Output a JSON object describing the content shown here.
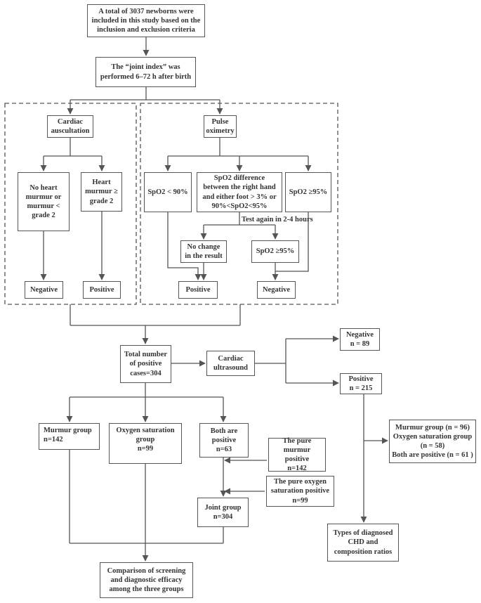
{
  "boxes": {
    "total": "A total of 3037 newborns were\nincluded in this study based on the\ninclusion and exclusion criteria",
    "joint_index": "The “joint index” was\nperformed 6–72 h after birth",
    "cardiac_auscultation": "Cardiac\nauscultation",
    "pulse_oximetry": "Pulse\noximetry",
    "no_murmur": "No heart\nmurmur or\nmurmur <\ngrade 2",
    "murmur_ge2": "Heart\nmurmur ≥\ngrade 2",
    "spo2_lt90": "SpO2 < 90%",
    "spo2_diff": "SpO2 difference\nbetween the right hand\nand either foot > 3% or\n90%<SpO2<95%",
    "spo2_ge95": "SpO2 ≥95%",
    "no_change": "No change\nin the result",
    "spo2_ge95_retest": "SpO2 ≥95%",
    "aus_negative": "Negative",
    "aus_positive": "Positive",
    "pox_positive": "Positive",
    "pox_negative": "Negative",
    "total_positive": "Total number\nof positive\ncases=304",
    "cardiac_ultrasound": "Cardiac\nultrasound",
    "us_negative": "Negative\nn = 89",
    "us_positive": "Positive\nn = 215",
    "murmur_group": "Murmur group\nn=142",
    "oxygen_group": "Oxygen saturation\ngroup\nn=99",
    "both_positive": "Both are\npositive\nn=63",
    "pure_murmur": "The pure\nmurmur positive\nn=142",
    "pure_oxygen": "The pure oxygen\nsaturation positive\nn=99",
    "joint_group": "Joint group\nn=304",
    "positive_breakdown": "Murmur group (n = 96)\nOxygen saturation group\n(n = 58)\nBoth are positive (n = 61 )",
    "chd_types": "Types of diagnosed\nCHD and\ncomposition ratios",
    "comparison": "Comparison of screening\nand diagnostic efficacy\namong the three groups"
  },
  "labels": {
    "retest": "Test again in 2-4 hours"
  },
  "colors": {
    "line": "#555555",
    "text": "#333333"
  }
}
